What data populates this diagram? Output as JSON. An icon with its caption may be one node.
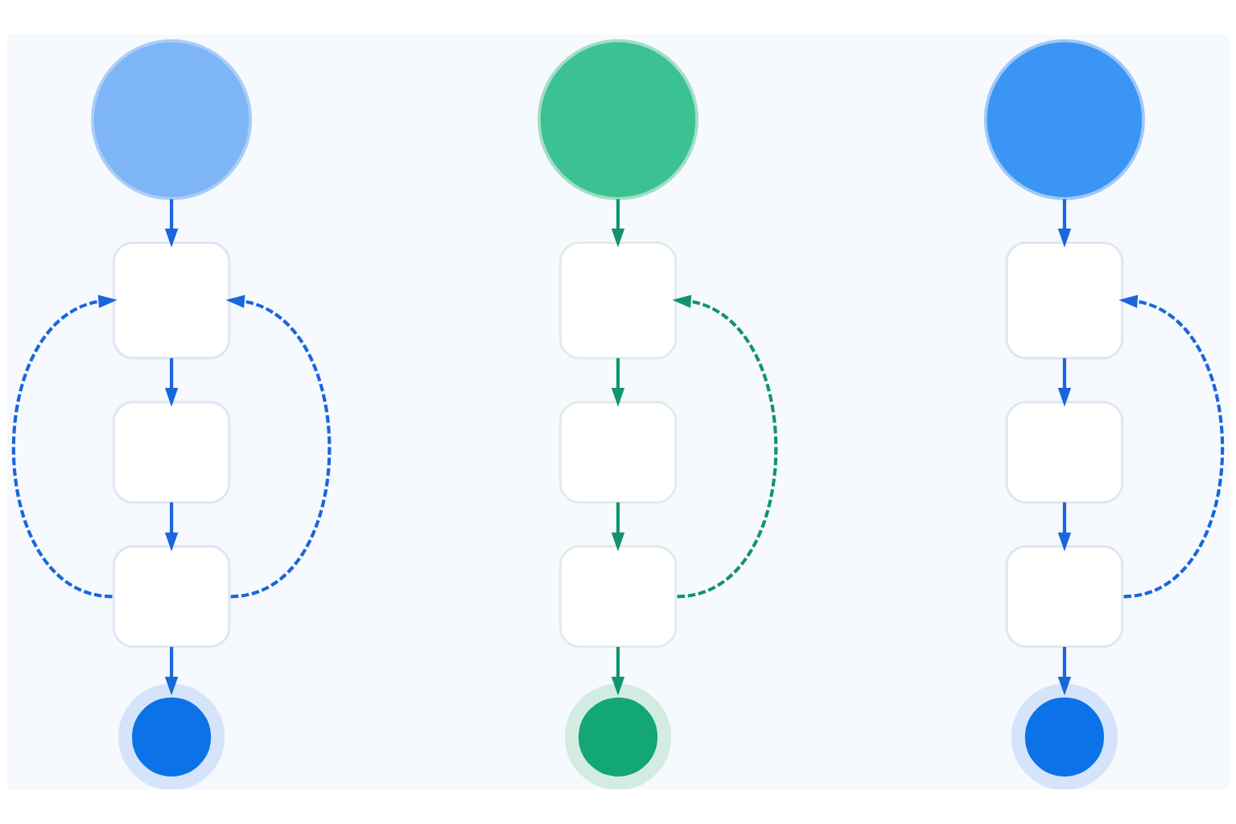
{
  "diagram": {
    "nodes": [
      {
        "text": [],
        "shape": "circle"
      },
      {
        "text": [],
        "shape": "box"
      },
      {
        "text": [],
        "shape": "box"
      },
      {
        "text": [],
        "shape": "box"
      },
      {
        "text": [],
        "shape": "circle"
      },
      {
        "text": [],
        "shape": "circle"
      },
      {
        "text": [],
        "shape": "box"
      },
      {
        "text": [],
        "shape": "box"
      },
      {
        "text": [],
        "shape": "box"
      },
      {
        "text": [],
        "shape": "circle"
      },
      {
        "text": [],
        "shape": "circle"
      },
      {
        "text": [],
        "shape": "box"
      },
      {
        "text": [],
        "shape": "box"
      },
      {
        "text": [],
        "shape": "box"
      },
      {
        "text": [],
        "shape": "circle"
      }
    ],
    "edges": [
      {
        "from": 0,
        "to": 1,
        "arrow": "to"
      },
      {
        "from": 1,
        "to": 2,
        "arrow": "to"
      },
      {
        "from": 2,
        "to": 3,
        "arrow": "to"
      },
      {
        "from": 3,
        "to": 4,
        "arrow": "to"
      },
      {
        "from": 3,
        "to": 1,
        "arrow": "to",
        "style": "dashed"
      },
      {
        "from": 3,
        "to": 1,
        "arrow": "to",
        "style": "dashed"
      },
      {
        "from": 5,
        "to": 6,
        "arrow": "to",
        "color": "#11956a"
      },
      {
        "from": 6,
        "to": 7,
        "arrow": "to",
        "color": "#11956a"
      },
      {
        "from": 7,
        "to": 8,
        "arrow": "to",
        "color": "#11956a"
      },
      {
        "from": 8,
        "to": 9,
        "arrow": "to",
        "color": "#11956a"
      },
      {
        "from": 8,
        "to": 6,
        "arrow": "to",
        "style": "dashed",
        "color": "#11956a"
      },
      {
        "from": 10,
        "to": 11,
        "arrow": "to"
      },
      {
        "from": 11,
        "to": 12,
        "arrow": "to"
      },
      {
        "from": 12,
        "to": 13,
        "arrow": "to"
      },
      {
        "from": 13,
        "to": 14,
        "arrow": "to"
      },
      {
        "from": 13,
        "to": 11,
        "arrow": "to",
        "style": "dashed"
      }
    ]
  }
}
